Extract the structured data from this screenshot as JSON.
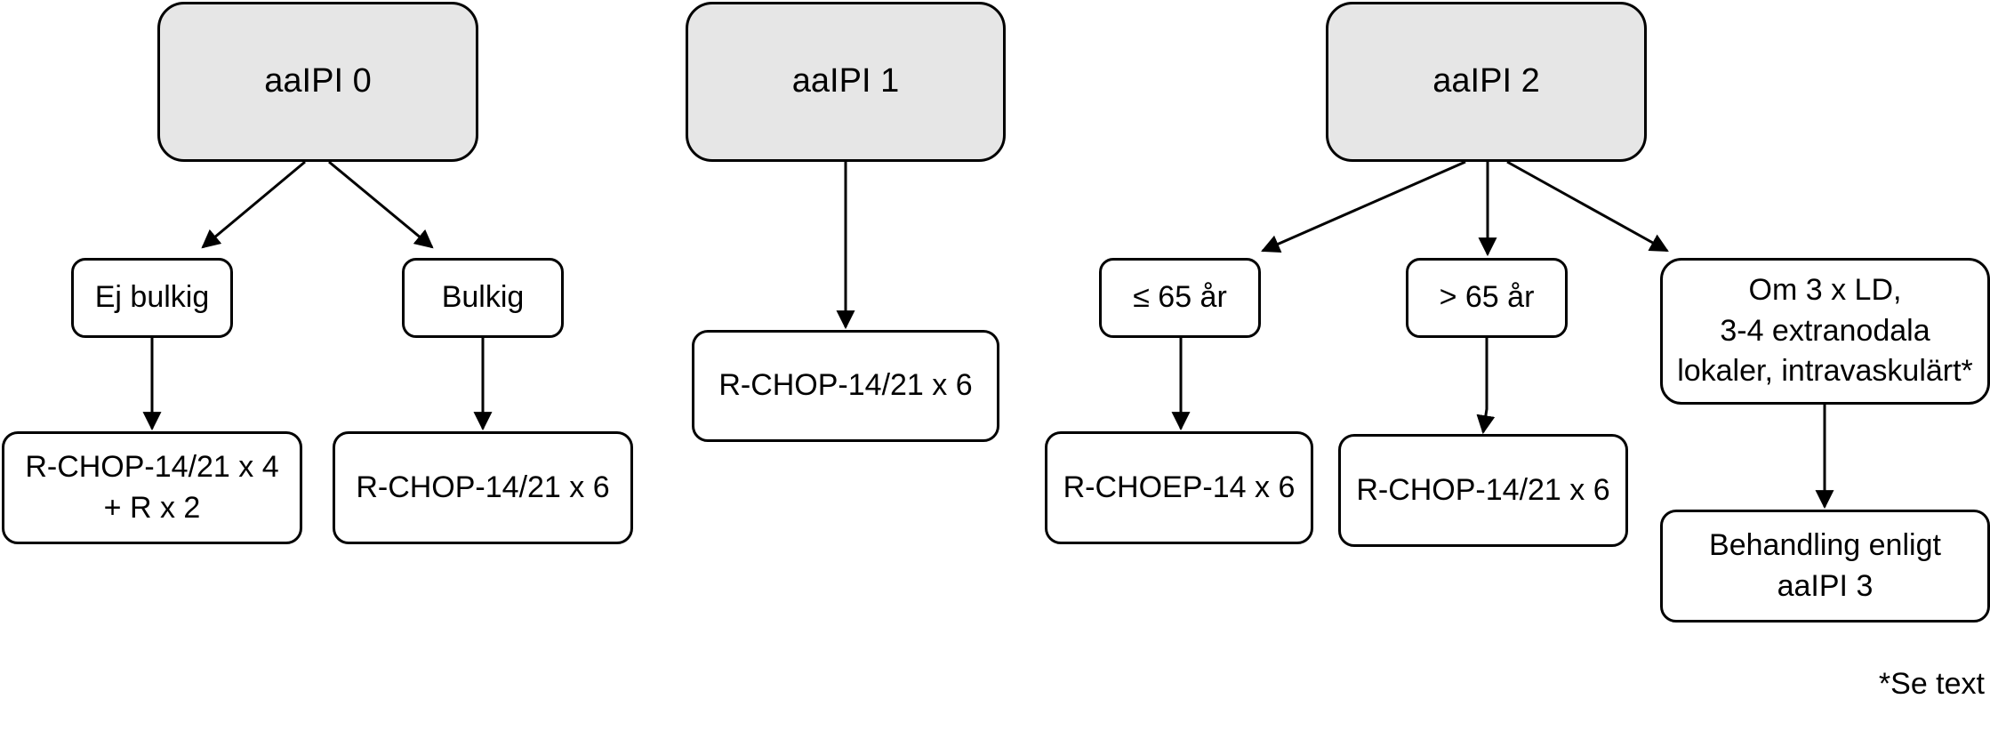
{
  "nodes": {
    "aaipi0": "aaIPI 0",
    "aaipi1": "aaIPI 1",
    "aaipi2": "aaIPI 2",
    "ej_bulkig": "Ej bulkig",
    "bulkig": "Bulkig",
    "rchop_4_line1": "R-CHOP-14/21 x 4",
    "rchop_4_line2": "+ R x 2",
    "rchop_6_a": "R-CHOP-14/21 x 6",
    "rchop_6_b": "R-CHOP-14/21 x 6",
    "le65": "≤ 65 år",
    "gt65": "> 65 år",
    "om3_line1": "Om 3 x LD,",
    "om3_line2": "3-4 extranodala",
    "om3_line3": "lokaler, intravaskulärt*",
    "rchoep": "R-CHOEP-14 x 6",
    "rchop_6_c": "R-CHOP-14/21 x 6",
    "behandling_line1": "Behandling enligt",
    "behandling_line2": "aaIPI 3"
  },
  "footnote": "*Se text"
}
